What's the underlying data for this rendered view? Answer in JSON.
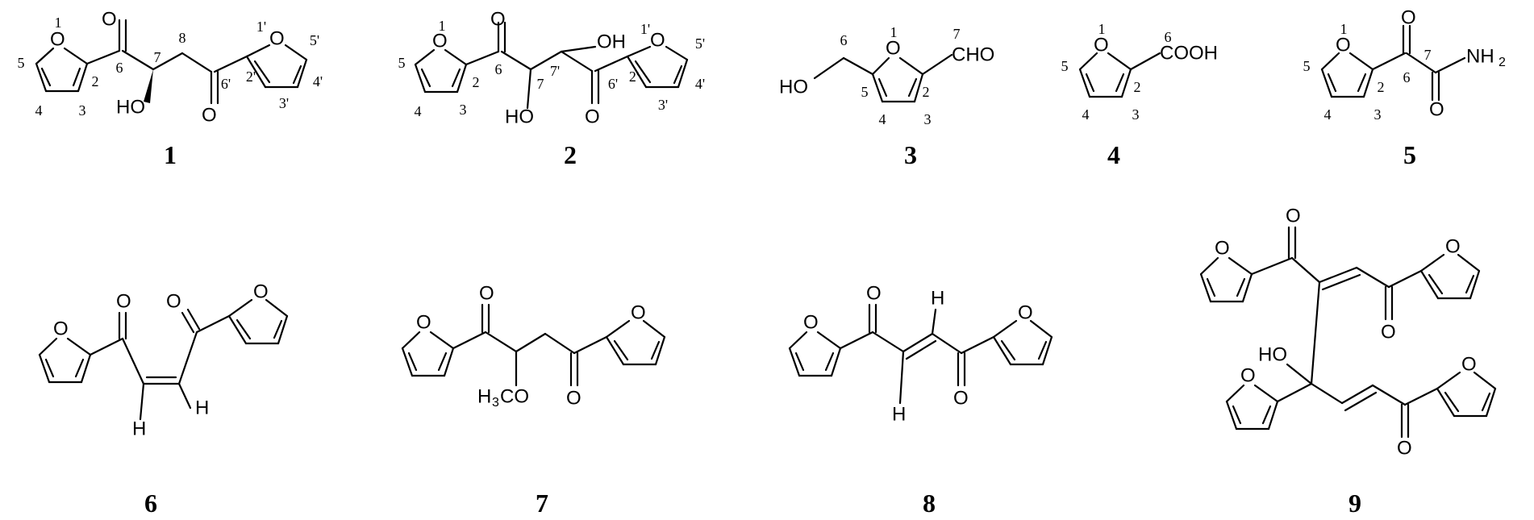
{
  "compounds": [
    {
      "id": "1",
      "label": "1"
    },
    {
      "id": "2",
      "label": "2"
    },
    {
      "id": "3",
      "label": "3"
    },
    {
      "id": "4",
      "label": "4"
    },
    {
      "id": "5",
      "label": "5"
    },
    {
      "id": "6",
      "label": "6"
    },
    {
      "id": "7",
      "label": "7"
    },
    {
      "id": "8",
      "label": "8"
    },
    {
      "id": "9",
      "label": "9"
    }
  ],
  "atoms": {
    "O": "O",
    "H": "H",
    "HO": "HO",
    "OH": "OH",
    "CHO": "CHO",
    "COOH": "COOH",
    "NH": "NH",
    "sub2": "2",
    "sub3": "3",
    "H3C_H": "H",
    "CO": "CO"
  },
  "numbers": {
    "n1": "1",
    "n2": "2",
    "n3": "3",
    "n4": "4",
    "n5": "5",
    "n6": "6",
    "n7": "7",
    "n8": "8",
    "p1": "1'",
    "p2": "2'",
    "p3": "3'",
    "p4": "4'",
    "p5": "5'",
    "p6": "6'",
    "p7": "7'"
  }
}
